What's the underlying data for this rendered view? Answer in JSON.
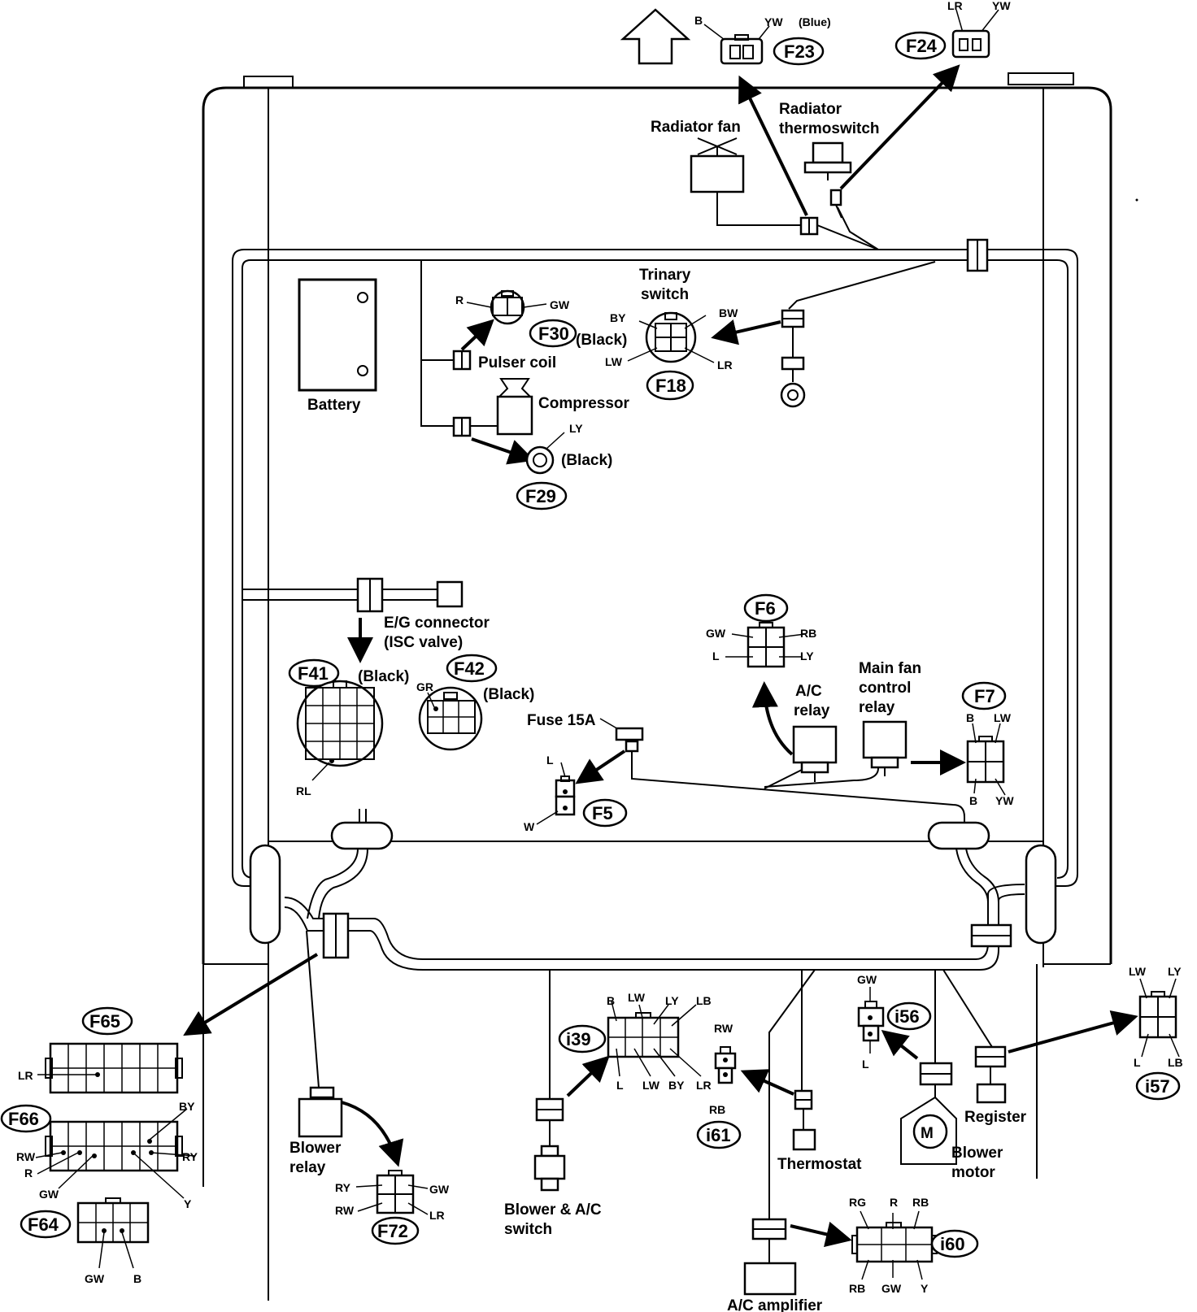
{
  "components": {
    "radiator_fan": "Radiator fan",
    "radiator_thermoswitch_1": "Radiator",
    "radiator_thermoswitch_2": "thermoswitch",
    "trinary_switch_1": "Trinary",
    "trinary_switch_2": "switch",
    "battery": "Battery",
    "pulser_coil": "Pulser coil",
    "compressor": "Compressor",
    "eg_connector_1": "E/G connector",
    "eg_connector_2": "(ISC valve)",
    "ac_relay_1": "A/C",
    "ac_relay_2": "relay",
    "main_fan_relay_1": "Main fan",
    "main_fan_relay_2": "control",
    "main_fan_relay_3": "relay",
    "fuse": "Fuse 15A",
    "blower_relay_1": "Blower",
    "blower_relay_2": "relay",
    "blower_switch_1": "Blower & A/C",
    "blower_switch_2": "switch",
    "thermostat": "Thermostat",
    "register": "Register",
    "blower_motor_1": "Blower",
    "blower_motor_2": "motor",
    "motor_symbol": "M",
    "ac_amplifier": "A/C amplifier"
  },
  "connectors": {
    "f23": {
      "id": "F23",
      "note": "(Blue)",
      "pins": [
        "B",
        "YW"
      ]
    },
    "f24": {
      "id": "F24",
      "pins": [
        "LR",
        "YW"
      ]
    },
    "f30": {
      "id": "F30",
      "note": "(Black)",
      "pins": [
        "R",
        "GW"
      ]
    },
    "f18": {
      "id": "F18",
      "pins": [
        "BY",
        "BW",
        "LW",
        "LR"
      ]
    },
    "f29": {
      "id": "F29",
      "note": "(Black)",
      "pins": [
        "LY"
      ]
    },
    "f41": {
      "id": "F41",
      "note": "(Black)",
      "pins": [
        "RL"
      ]
    },
    "f42": {
      "id": "F42",
      "note": "(Black)",
      "pins": [
        "GR"
      ]
    },
    "f6": {
      "id": "F6",
      "pins": [
        "GW",
        "RB",
        "L",
        "LY"
      ]
    },
    "f7": {
      "id": "F7",
      "pins": [
        "B",
        "LW",
        "B",
        "YW"
      ]
    },
    "f5": {
      "id": "F5",
      "pins": [
        "L",
        "W"
      ]
    },
    "f65": {
      "id": "F65",
      "pins": [
        "LR"
      ]
    },
    "f66": {
      "id": "F66",
      "pins": [
        "BY",
        "RW",
        "RY",
        "R",
        "GW",
        "Y"
      ]
    },
    "f64": {
      "id": "F64",
      "pins": [
        "GW",
        "B"
      ]
    },
    "f72": {
      "id": "F72",
      "pins": [
        "RY",
        "GW",
        "RW",
        "LR"
      ]
    },
    "i39": {
      "id": "i39",
      "pins_top": [
        "B",
        "LW",
        "LY",
        "LB"
      ],
      "pins_bottom": [
        "L",
        "LW",
        "BY",
        "LR"
      ]
    },
    "i61": {
      "id": "i61",
      "pins": [
        "RW",
        "RB"
      ]
    },
    "i56": {
      "id": "i56",
      "pins": [
        "GW",
        "L"
      ]
    },
    "i57": {
      "id": "i57",
      "pins": [
        "LW",
        "LY",
        "L",
        "LB"
      ]
    },
    "i60": {
      "id": "i60",
      "pins_top": [
        "RG",
        "R",
        "RB"
      ],
      "pins_bottom": [
        "RB",
        "GW",
        "Y"
      ]
    }
  }
}
